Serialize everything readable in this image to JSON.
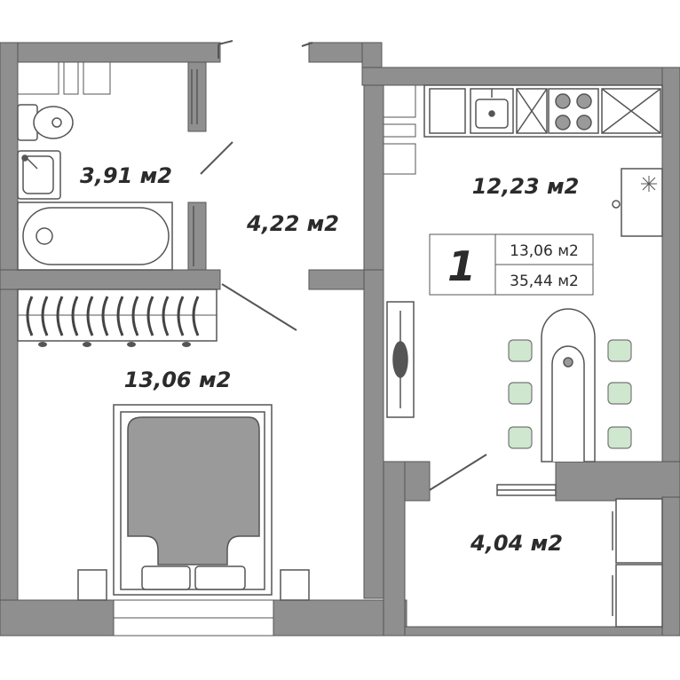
{
  "rooms": {
    "bathroom": {
      "area": "3,91 м2"
    },
    "hallway": {
      "area": "4,22 м2"
    },
    "kitchen": {
      "area": "12,23 м2"
    },
    "bedroom": {
      "area": "13,06 м2"
    },
    "balcony": {
      "area": "4,04 м2"
    }
  },
  "info_box": {
    "room_count": "1",
    "living_area": "13,06 м2",
    "total_area": "35,44 м2"
  },
  "colors": {
    "wall": "#8f8f8f",
    "wall_outline": "#555555",
    "furniture_fill": "#ffffff",
    "bed_fill": "#9a9a9a",
    "chair_fill": "#cfe6cf",
    "text": "#2b2b2b"
  }
}
